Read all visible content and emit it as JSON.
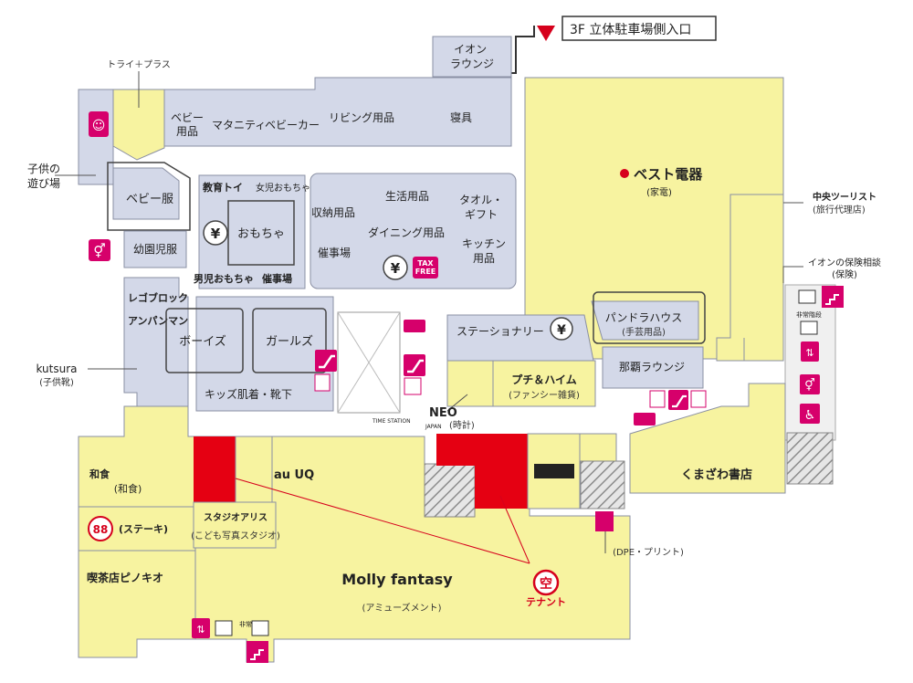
{
  "entrance": {
    "label": "3F 立体駐車場側入口"
  },
  "colors": {
    "shop_blue": "#d3d8e8",
    "shop_yellow": "#f7f3a0",
    "vacant_red": "#e50012",
    "facility_pink": "#d6006b",
    "outline": "#8a8fa3",
    "hatch": "#9a9a9a"
  },
  "zones": {
    "try_plus": "トライ＋プラス",
    "baby_goods": "ベビー\n用品",
    "maternity": "マタニティ",
    "baby_car": "ベビーカー",
    "living": "リビング用品",
    "bedding": "寝具",
    "aeon_lounge": "イオン\nラウンジ",
    "kids_play": "子供の\n遊び場",
    "baby_clothes": "ベビー服",
    "toddler_clothes": "幼園児服",
    "edu_toys": "教育トイ",
    "girl_toys": "女児おもちゃ",
    "toys": "おもちゃ",
    "boy_toys": "男児おもちゃ",
    "event_space_1": "催事場",
    "storage": "収納用品",
    "daily_goods": "生活用品",
    "towel_gift": "タオル・\nギフト",
    "dining": "ダイニング用品",
    "event_space_2": "催事場",
    "kitchen": "キッチン\n用品",
    "best_denki": "ベスト電器",
    "best_denki_sub": "(家電)",
    "chuo_tourist": "中央ツーリスト",
    "chuo_tourist_sub": "(旅行代理店)",
    "aeon_insurance": "イオンの保険相談\n(保険)",
    "lego": "レゴブロック",
    "anpanman": "アンパンマン",
    "boys": "ボーイズ",
    "girls": "ガールズ",
    "kids_under": "キッズ肌着・靴下",
    "kutsura": "kutsura",
    "kutsura_sub": "(子供靴)",
    "stationery": "ステーショナリー",
    "pandora": "パンドラハウス",
    "pandora_sub": "(手芸用品)",
    "naha_lounge": "那覇ラウンジ",
    "puchi_haim": "プチ＆ハイム",
    "puchi_haim_sub": "(ファンシー雑貨)",
    "neo_clock": "(時計)",
    "neo_logo": "NEO",
    "time_station": "TIME STATION",
    "japan": "JAPAN",
    "au_uq": "au UQ",
    "studio_alice": "スタジオアリス",
    "studio_alice_sub": "(こども写真スタジオ)",
    "kumazawa": "くまざわ書店",
    "wakoku": "和食",
    "wakoku_sub": "(和食)",
    "steak_88": "(ステーキ)",
    "pinocchio": "喫茶店ピノキオ",
    "mollyfantasy": "Molly fantasy",
    "mollyfantasy_sub": "(アミューズメント)",
    "dpe": "(DPE・プリント)",
    "vacant_mark": "空",
    "vacant_label": "テナント",
    "tax_free": "TAX\nFREE",
    "exit_stairs": "非常階段",
    "yen": "¥"
  }
}
